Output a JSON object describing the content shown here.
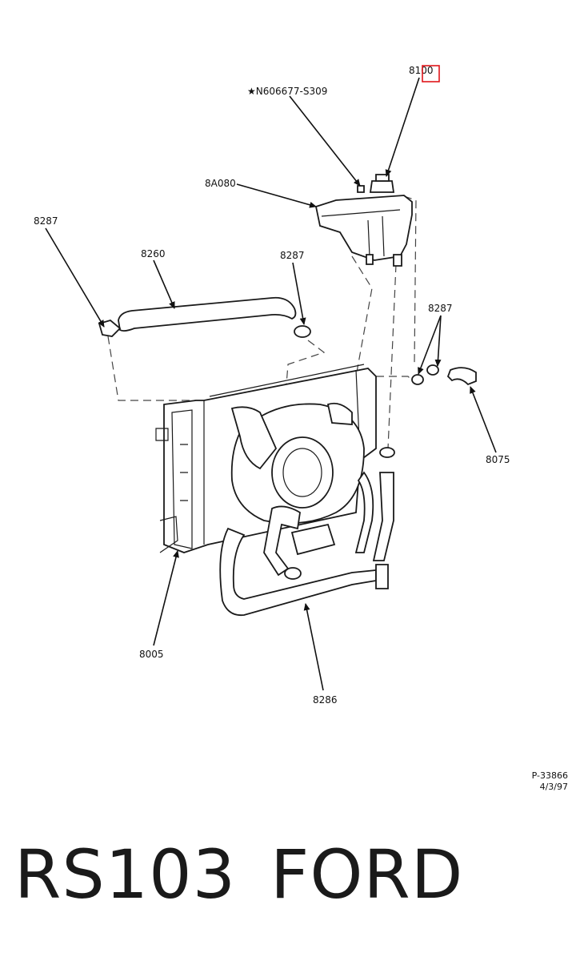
{
  "callouts": {
    "c8100": "8100",
    "cN606677": "★N606677-S309",
    "c8A080": "8A080",
    "c8287a": "8287",
    "c8260": "8260",
    "c8287b": "8287",
    "c8287c": "8287",
    "c8075": "8075",
    "c8005": "8005",
    "c8286": "8286"
  },
  "stamp": {
    "code": "P-33866",
    "date": "4/3/97"
  },
  "footer": {
    "left": "RS103",
    "right": "FORD"
  },
  "colors": {
    "highlight": "#e0161b",
    "ink": "#1a1a1a"
  }
}
